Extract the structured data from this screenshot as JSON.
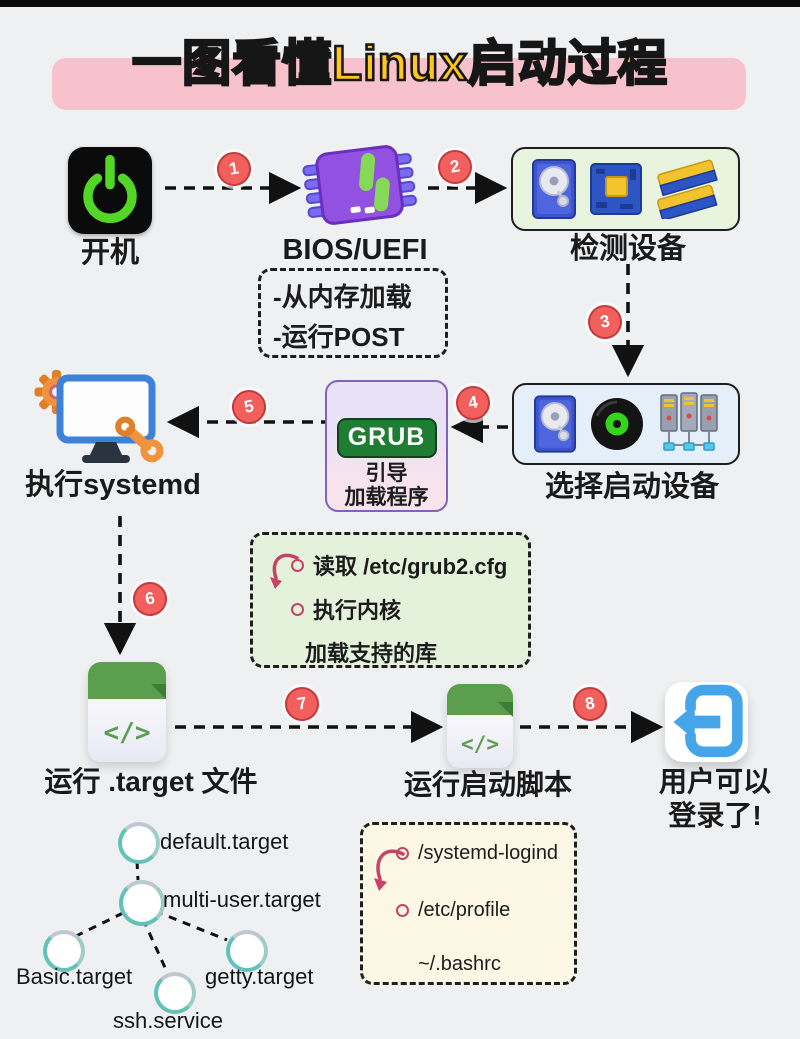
{
  "title": {
    "part1": "一图看懂",
    "part2": "Linux启动过程"
  },
  "step_numbers": [
    "1",
    "2",
    "3",
    "4",
    "5",
    "6",
    "7",
    "8"
  ],
  "nodes": {
    "power": {
      "label": "开机"
    },
    "bios": {
      "label": "BIOS/UEFI"
    },
    "bios_notes": {
      "line1": "-从内存加载",
      "line2": "-运行POST"
    },
    "detect": {
      "label": "检测设备"
    },
    "select_boot": {
      "label": "选择启动设备"
    },
    "grub": {
      "badge": "GRUB",
      "caption_line1": "引导",
      "caption_line2": "加载程序"
    },
    "grub_details": {
      "items": [
        "读取 /etc/grub2.cfg",
        "执行内核",
        "加载支持的库"
      ]
    },
    "systemd": {
      "label": "执行systemd"
    },
    "run_target": {
      "label": "运行 .target 文件",
      "glyph": "</>"
    },
    "run_scripts": {
      "label": "运行启动脚本",
      "glyph": "</>"
    },
    "login": {
      "label_line1": "用户可以",
      "label_line2": "登录了!"
    },
    "login_details": {
      "items": [
        "/systemd-logind",
        "/etc/profile",
        "~/.bashrc"
      ]
    },
    "target_tree": {
      "root": "default.target",
      "level2": "multi-user.target",
      "children": [
        "Basic.target",
        "ssh.service",
        "getty.target"
      ]
    }
  },
  "colors": {
    "badge_red": "#f2605e",
    "title_yellow": "#ffc71f",
    "pink_band": "#f7c2cc",
    "grub_green": "#1f7d33",
    "detect_bg": "#e9f4df",
    "boot_bg": "#e4effa",
    "grub_details_bg": "#e4f2db",
    "login_details_bg": "#fbf7e4",
    "power_green": "#52d726",
    "login_blue": "#45a5e8"
  }
}
